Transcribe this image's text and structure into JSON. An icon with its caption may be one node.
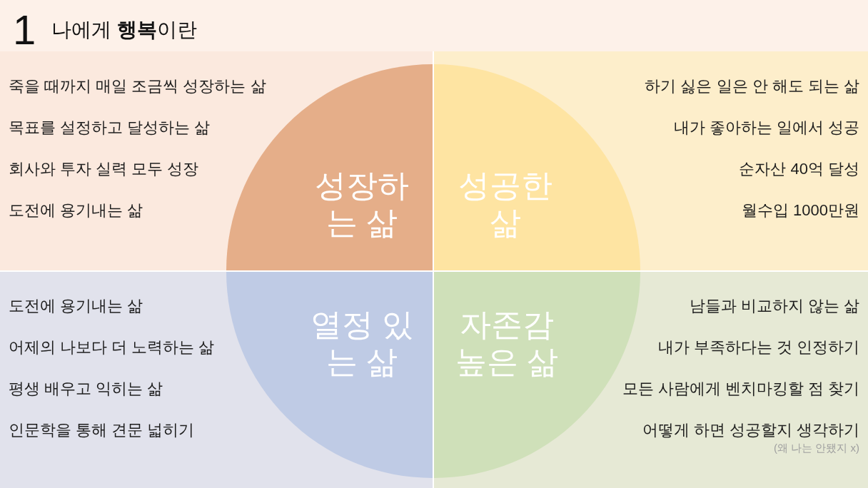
{
  "diagram": {
    "title": "나에게 **행복**이란",
    "nodes": [
      {
        "text": [
          "죽을 때까지 매일 조금씩 성장하는 삶",
          "목표를 설정하고 달성하는 삶",
          "회사와 투자 실력 모두 성장",
          "도전에 용기내는 삶"
        ]
      },
      {
        "text": [
          "성장하는 삶"
        ],
        "in": 0
      },
      {
        "text": [
          "하기 싫은 일은 안 해도 되는 삶",
          "내가 좋아하는 일에서 성공",
          "순자산 40억 달성",
          "월수입 1000만원"
        ]
      },
      {
        "text": [
          "성공한 삶"
        ],
        "in": 2
      },
      {
        "text": [
          "도전에 용기내는 삶",
          "어제의 나보다 더 노력하는 삶",
          "평생 배우고 익히는 삶",
          "인문학을 통해 견문 넓히기"
        ]
      },
      {
        "text": [
          "열정 있는 삶"
        ],
        "in": 4
      },
      {
        "text": [
          "남들과 비교하지 않는 삶",
          "내가 부족하다는 것 인정하기",
          "모든 사람에게 벤치마킹할 점 찾기",
          "어떻게 하면 성공할지 생각하기"
        ]
      },
      {
        "text": [
          "자존감 높은 삶"
        ],
        "in": 6
      }
    ],
    "labels": [
      "1",
      "(왜 나는 안됐지 x)"
    ]
  }
}
